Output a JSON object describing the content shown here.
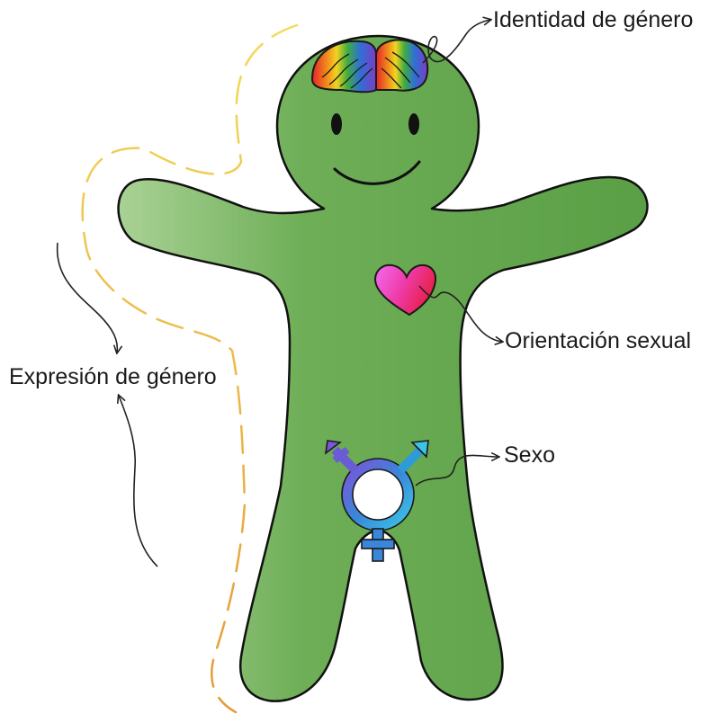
{
  "labels": {
    "gender_identity": "Identidad de género",
    "sexual_orientation": "Orientación sexual",
    "gender_expression": "Expresión de género",
    "sex": "Sexo"
  },
  "colors": {
    "body_green": "#66a84f",
    "body_green_light": "#a2cc8f",
    "outline": "#111111",
    "expression_dash_top": "#f2d75a",
    "expression_dash_bottom": "#e9a53a",
    "heart_pink": "#f04ad6",
    "heart_red": "#e8204a",
    "symbol_blue": "#3a86d8",
    "symbol_purple": "#6b5bd6"
  },
  "icons": {
    "brain": "rainbow-brain-icon",
    "heart": "heart-icon",
    "sex_symbol": "transgender-symbol-icon"
  }
}
